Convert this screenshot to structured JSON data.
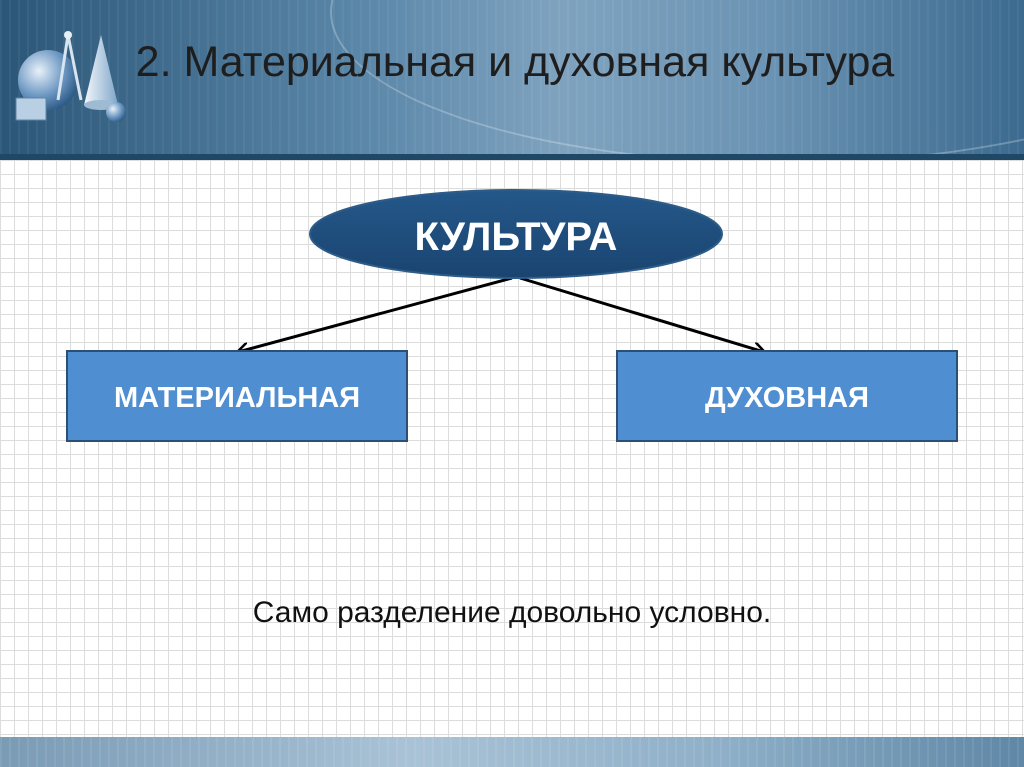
{
  "title": "2. Материальная и духовная культура",
  "diagram": {
    "root": {
      "label": "КУЛЬТУРА"
    },
    "children": [
      {
        "label": "МАТЕРИАЛЬНАЯ"
      },
      {
        "label": "ДУХОВНАЯ"
      }
    ]
  },
  "note": "Само разделение довольно условно.",
  "colors": {
    "root_fill": "#1f4e79",
    "box_fill": "#4f8ed0",
    "box_border": "#2b4f75",
    "arrow": "#000000"
  }
}
